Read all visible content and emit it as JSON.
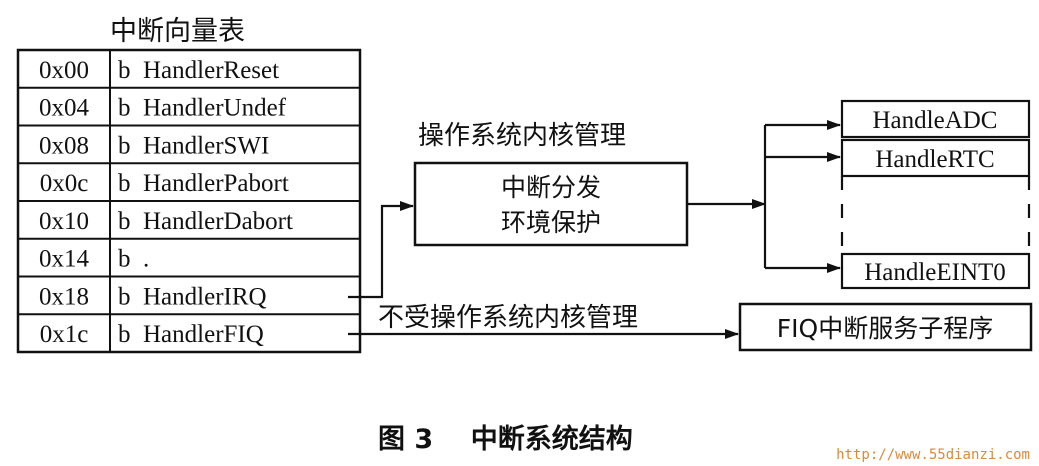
{
  "vector_table": {
    "title": "中断向量表",
    "rows": [
      {
        "addr": "0x00",
        "instr": "b  HandlerReset"
      },
      {
        "addr": "0x04",
        "instr": "b  HandlerUndef"
      },
      {
        "addr": "0x08",
        "instr": "b  HandlerSWI"
      },
      {
        "addr": "0x0c",
        "instr": "b  HandlerPabort"
      },
      {
        "addr": "0x10",
        "instr": "b  HandlerDabort"
      },
      {
        "addr": "0x14",
        "instr": "b  ."
      },
      {
        "addr": "0x18",
        "instr": "b  HandlerIRQ"
      },
      {
        "addr": "0x1c",
        "instr": "b  HandlerFIQ"
      }
    ]
  },
  "os_kernel": {
    "label": "操作系统内核管理",
    "box_line1": "中断分发",
    "box_line2": "环境保护"
  },
  "handlers": [
    "HandleADC",
    "HandleRTC",
    "HandleEINT0"
  ],
  "fiq": {
    "path_label": "不受操作系统内核管理",
    "box": "FIQ中断服务子程序"
  },
  "caption": "图 3    中断系统结构",
  "watermark": "http://www.55dianzi.com"
}
